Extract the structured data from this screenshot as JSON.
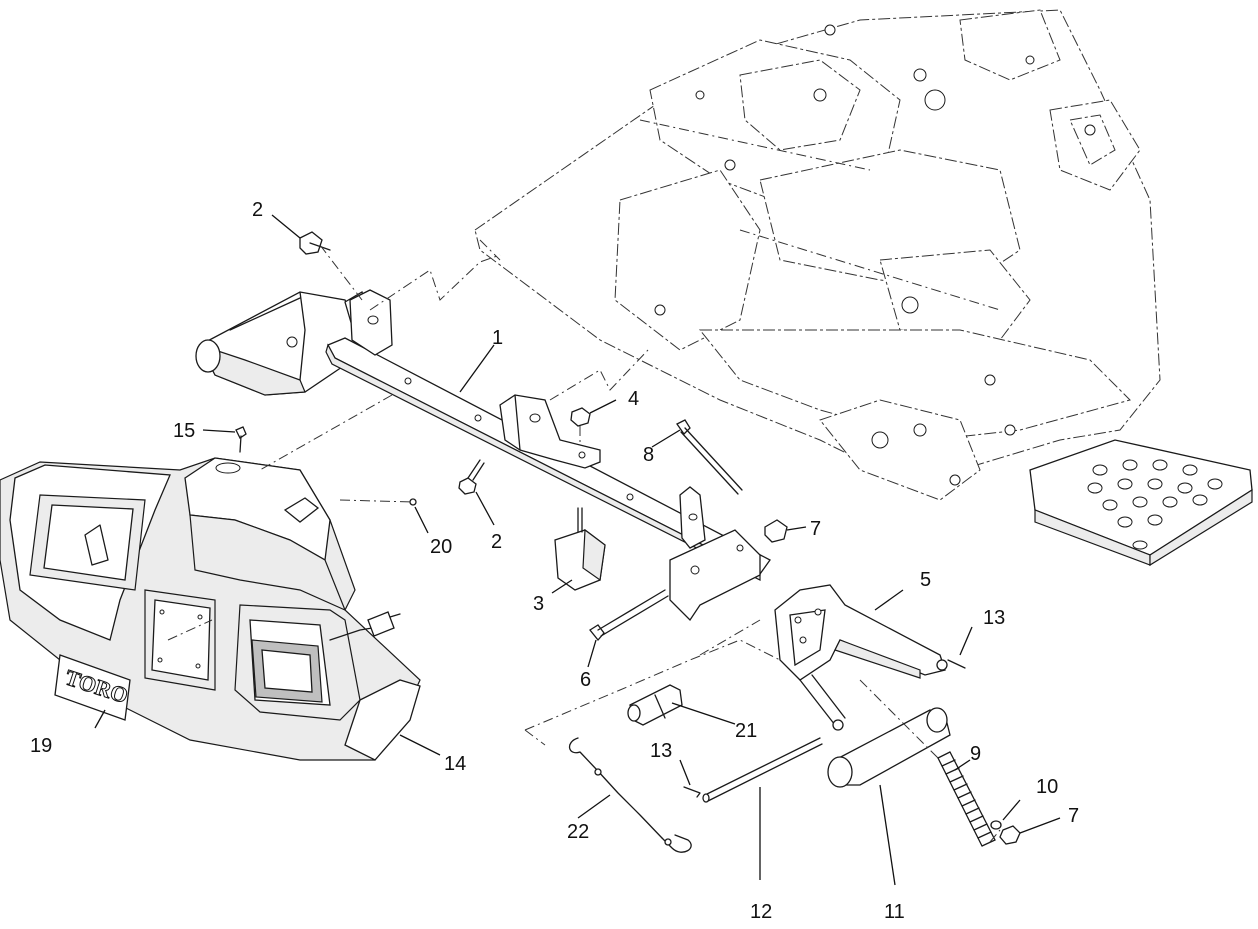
{
  "callouts": {
    "c1": "1",
    "c2a": "2",
    "c2b": "2",
    "c3": "3",
    "c4": "4",
    "c5": "5",
    "c6": "6",
    "c7a": "7",
    "c7b": "7",
    "c8": "8",
    "c9": "9",
    "c10": "10",
    "c11": "11",
    "c12": "12",
    "c13a": "13",
    "c13b": "13",
    "c14": "14",
    "c15": "15",
    "c19": "19",
    "c20": "20",
    "c21": "21",
    "c22": "22"
  },
  "logo": {
    "text": "TORO"
  }
}
